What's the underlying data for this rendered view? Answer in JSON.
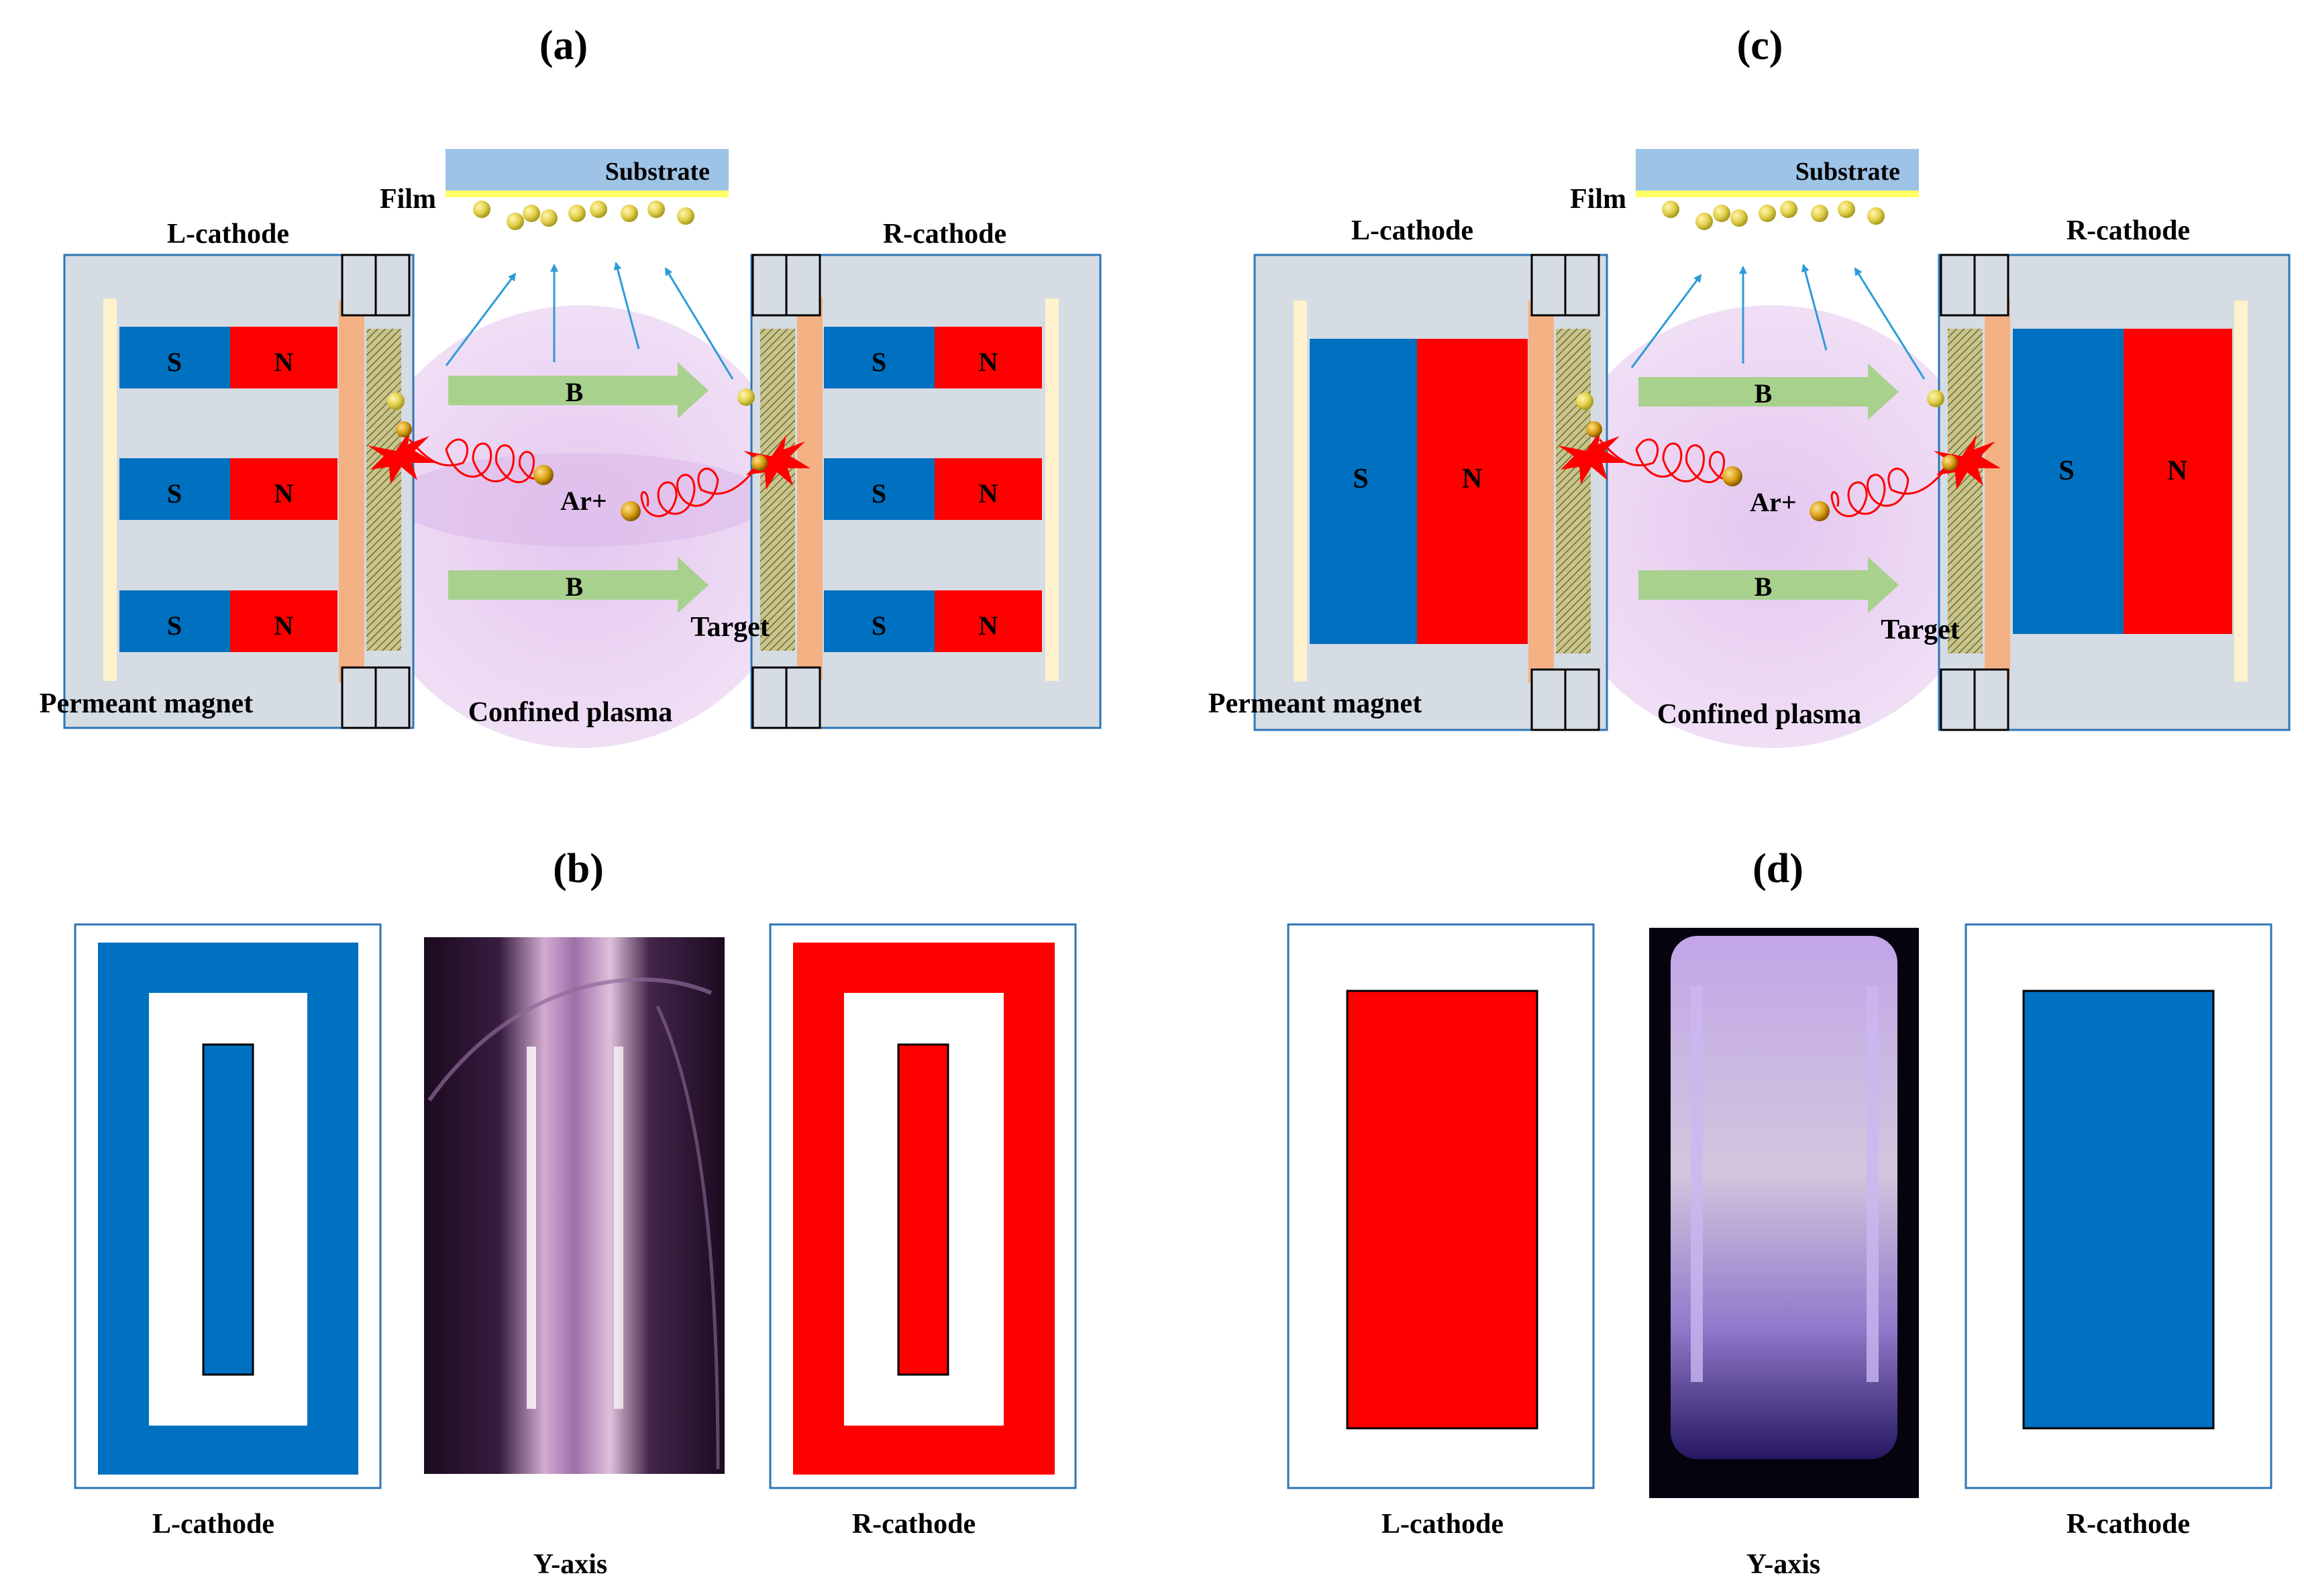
{
  "panels": {
    "a": {
      "label": "(a)",
      "substrate": "Substrate",
      "film": "Film",
      "l_cathode": "L-cathode",
      "r_cathode": "R-cathode",
      "pole_s": "S",
      "pole_n": "N",
      "field_b": "B",
      "ion": "Ar+",
      "target": "Target",
      "magnet": "Permeant magnet",
      "plasma": "Confined plasma"
    },
    "b": {
      "label": "(b)",
      "l_cathode": "L-cathode",
      "r_cathode": "R-cathode",
      "axis": "Y-axis"
    },
    "c": {
      "label": "(c)",
      "substrate": "Substrate",
      "film": "Film",
      "l_cathode": "L-cathode",
      "r_cathode": "R-cathode",
      "pole_s": "S",
      "pole_n": "N",
      "field_b": "B",
      "ion": "Ar+",
      "target": "Target",
      "magnet": "Permeant magnet",
      "plasma": "Confined plasma"
    },
    "d": {
      "label": "(d)",
      "l_cathode": "L-cathode",
      "r_cathode": "R-cathode",
      "axis": "Y-axis"
    }
  },
  "colors": {
    "south_pole": "#0070c0",
    "north_pole": "#ff0000",
    "housing": "#d6dce4",
    "housing_border": "#2e75b6",
    "substrate": "#9dc3e6",
    "film": "#ffff66",
    "target_plate": "#f4b183",
    "backing_plate": "#fff2cc",
    "field_arrow": "#a9d18e",
    "plasma": "#e6cdf0",
    "spark": "#ff0000",
    "photo_background": "#1e0d24"
  }
}
